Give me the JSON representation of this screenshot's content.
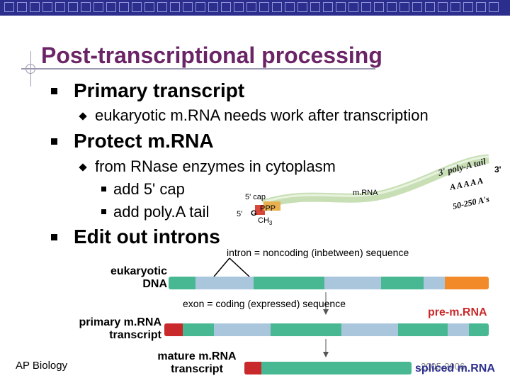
{
  "slide": {
    "title": "Post-transcriptional processing",
    "bullets": [
      {
        "text": "Primary transcript",
        "sub": [
          {
            "text": "eukaryotic m.RNA needs work after transcription"
          }
        ]
      },
      {
        "text": "Protect m.RNA",
        "sub": [
          {
            "text": "from RNase enzymes in cytoplasm",
            "sub": [
              {
                "text": "add 5' cap"
              },
              {
                "text": "add poly.A tail"
              }
            ]
          }
        ]
      },
      {
        "text": "Edit out introns"
      }
    ]
  },
  "mrna_figure": {
    "cap_label": "5' cap",
    "five_prime": "5'",
    "g": "G",
    "ppp": "PPP",
    "ch3": "CH",
    "ch3_sub": "3",
    "mrna_label": "m.RNA",
    "polya_label": "3' poly-A tail",
    "three_prime": "3'",
    "a_letters": "A A A A A",
    "a_count": "50-250 A's"
  },
  "gene_figure": {
    "intron_label": "intron = noncoding (inbetween) sequence",
    "exon_label": "exon = coding (expressed) sequence",
    "dna_label_1": "eukaryotic",
    "dna_label_2": "DNA",
    "primary_label_1": "primary m.RNA",
    "primary_label_2": "transcript",
    "pre_mrna": "pre-m.RNA",
    "mature_label_1": "mature m.RNA",
    "mature_label_2": "transcript",
    "spliced_mrna": "spliced m.RNA"
  },
  "footer": {
    "course": "AP Biology",
    "year": "2005-2006"
  },
  "colors": {
    "title": "#6b2466",
    "topbar": "#2b2e8c",
    "exon": "#48b892",
    "intron": "#a9c6dc",
    "dna_end": "#f28a2a",
    "cap": "#c9292b",
    "pre_mrna": "#c9292b"
  }
}
